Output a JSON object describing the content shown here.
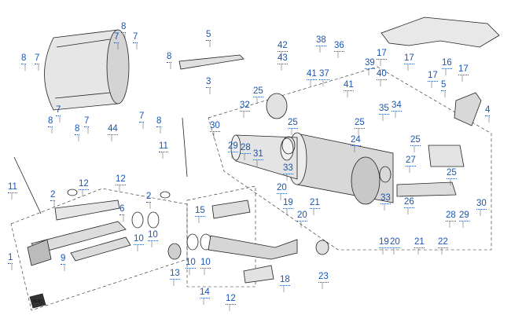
{
  "diagram": {
    "accent_color": "#1a55b4",
    "line_color": "#222222",
    "fill_color": "#dcdcdc",
    "direction_marker": "FWD",
    "direction_icon": "forward-arrow-icon",
    "callouts": [
      "8",
      "7",
      "8",
      "7",
      "7",
      "8",
      "8",
      "7",
      "8",
      "7",
      "44",
      "7",
      "8",
      "5",
      "3",
      "42",
      "43",
      "38",
      "36",
      "41",
      "37",
      "39",
      "41",
      "40",
      "17",
      "17",
      "17",
      "16",
      "17",
      "25",
      "32",
      "25",
      "30",
      "29",
      "28",
      "31",
      "33",
      "25",
      "24",
      "25",
      "35",
      "34",
      "5",
      "4",
      "27",
      "25",
      "11",
      "11",
      "2",
      "12",
      "12",
      "6",
      "10",
      "10",
      "9",
      "1",
      "13",
      "2",
      "15",
      "20",
      "19",
      "20",
      "21",
      "10",
      "10",
      "14",
      "12",
      "18",
      "23",
      "19",
      "20",
      "21",
      "26",
      "33",
      "30",
      "28",
      "29",
      "22"
    ]
  }
}
